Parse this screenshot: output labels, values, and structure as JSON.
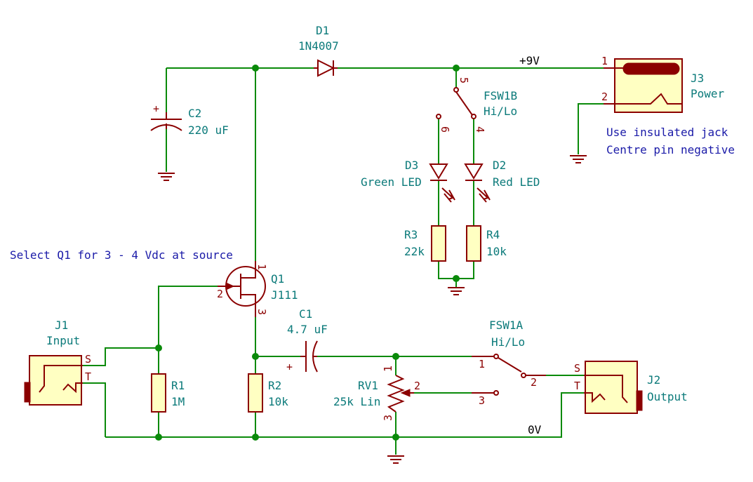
{
  "components": {
    "d1": {
      "ref": "D1",
      "value": "1N4007"
    },
    "c2": {
      "ref": "C2",
      "value": "220 uF",
      "plus": "+"
    },
    "fsw1b": {
      "ref": "FSW1B",
      "value": "Hi/Lo",
      "pins": [
        "5",
        "6",
        "4"
      ]
    },
    "d3": {
      "ref": "D3",
      "value": "Green LED"
    },
    "d2": {
      "ref": "D2",
      "value": "Red LED"
    },
    "r3": {
      "ref": "R3",
      "value": "22k"
    },
    "r4": {
      "ref": "R4",
      "value": "10k"
    },
    "j3": {
      "ref": "J3",
      "value": "Power",
      "pins": [
        "1",
        "2"
      ]
    },
    "q1": {
      "ref": "Q1",
      "value": "J111",
      "pins": [
        "1",
        "2",
        "3"
      ]
    },
    "c1": {
      "ref": "C1",
      "value": "4.7 uF",
      "plus": "+"
    },
    "fsw1a": {
      "ref": "FSW1A",
      "value": "Hi/Lo",
      "pins": [
        "1",
        "2",
        "3"
      ]
    },
    "rv1": {
      "ref": "RV1",
      "value": "25k Lin",
      "pins": [
        "1",
        "2",
        "3"
      ]
    },
    "j1": {
      "ref": "J1",
      "value": "Input",
      "pins": [
        "S",
        "T"
      ]
    },
    "j2": {
      "ref": "J2",
      "value": "Output",
      "pins": [
        "S",
        "T"
      ]
    },
    "r1": {
      "ref": "R1",
      "value": "1M"
    },
    "r2": {
      "ref": "R2",
      "value": "10k"
    }
  },
  "nets": {
    "v9": "+9V",
    "zero": "0V"
  },
  "notes": {
    "q1_select": "Select Q1 for 3 - 4 Vdc at source",
    "jack_line1": "Use insulated jack",
    "jack_line2": "Centre pin negative"
  },
  "colors": {
    "wire": "#0a8a0a",
    "component": "#8b0000",
    "label": "#0b7a7a",
    "note": "#1a1aa8",
    "body_fill": "#ffffc2"
  }
}
